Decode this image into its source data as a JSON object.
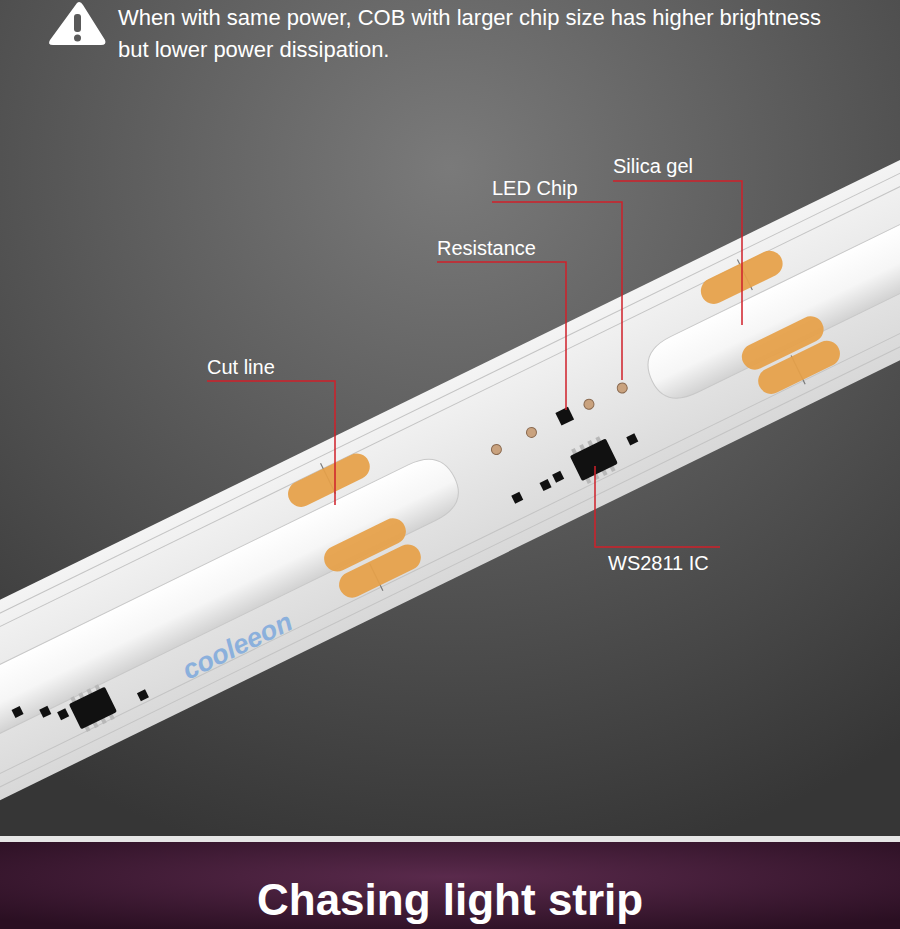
{
  "diagram": {
    "title": "Chasing light strip",
    "labels": [
      "When with same power, COB with larger chip size has higher brightness but lower power dissipation.",
      "Silica gel",
      "LED Chip",
      "Resistance",
      "Cut line",
      "WS2811 IC",
      "cooleeon"
    ]
  }
}
